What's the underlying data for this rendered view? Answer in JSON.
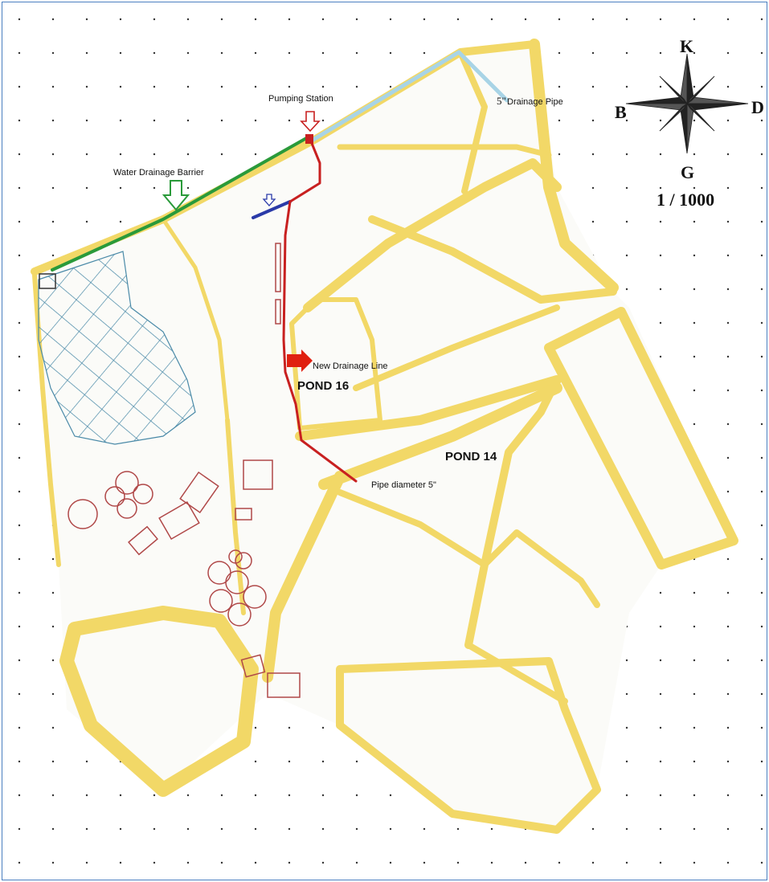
{
  "labels": {
    "pumping_station": "Pumping Station",
    "water_drainage_barrier": "Water Drainage Barrier",
    "drainage_pipe_size": "5\"",
    "drainage_pipe": "Drainage Pipe",
    "new_drainage_line": "New Drainage Line",
    "pond_16": "POND 16",
    "pond_14": "POND 14",
    "pipe_diameter": "Pipe diameter 5\""
  },
  "compass": {
    "north": "K",
    "south": "G",
    "east": "D",
    "west": "B"
  },
  "scale": "1 / 1000",
  "colors": {
    "road_fill": "#f4dc6e",
    "road_edge": "#e8c84a",
    "building": "#b04848",
    "hatch": "#4a8aa8",
    "barrier_green": "#2a9a3a",
    "new_line_red": "#c82020",
    "pipe_light_blue": "#a8d4e6",
    "short_line_blue": "#2a3aa8",
    "arrow_red": "#e02010",
    "frame_blue": "#4a7fc0"
  }
}
